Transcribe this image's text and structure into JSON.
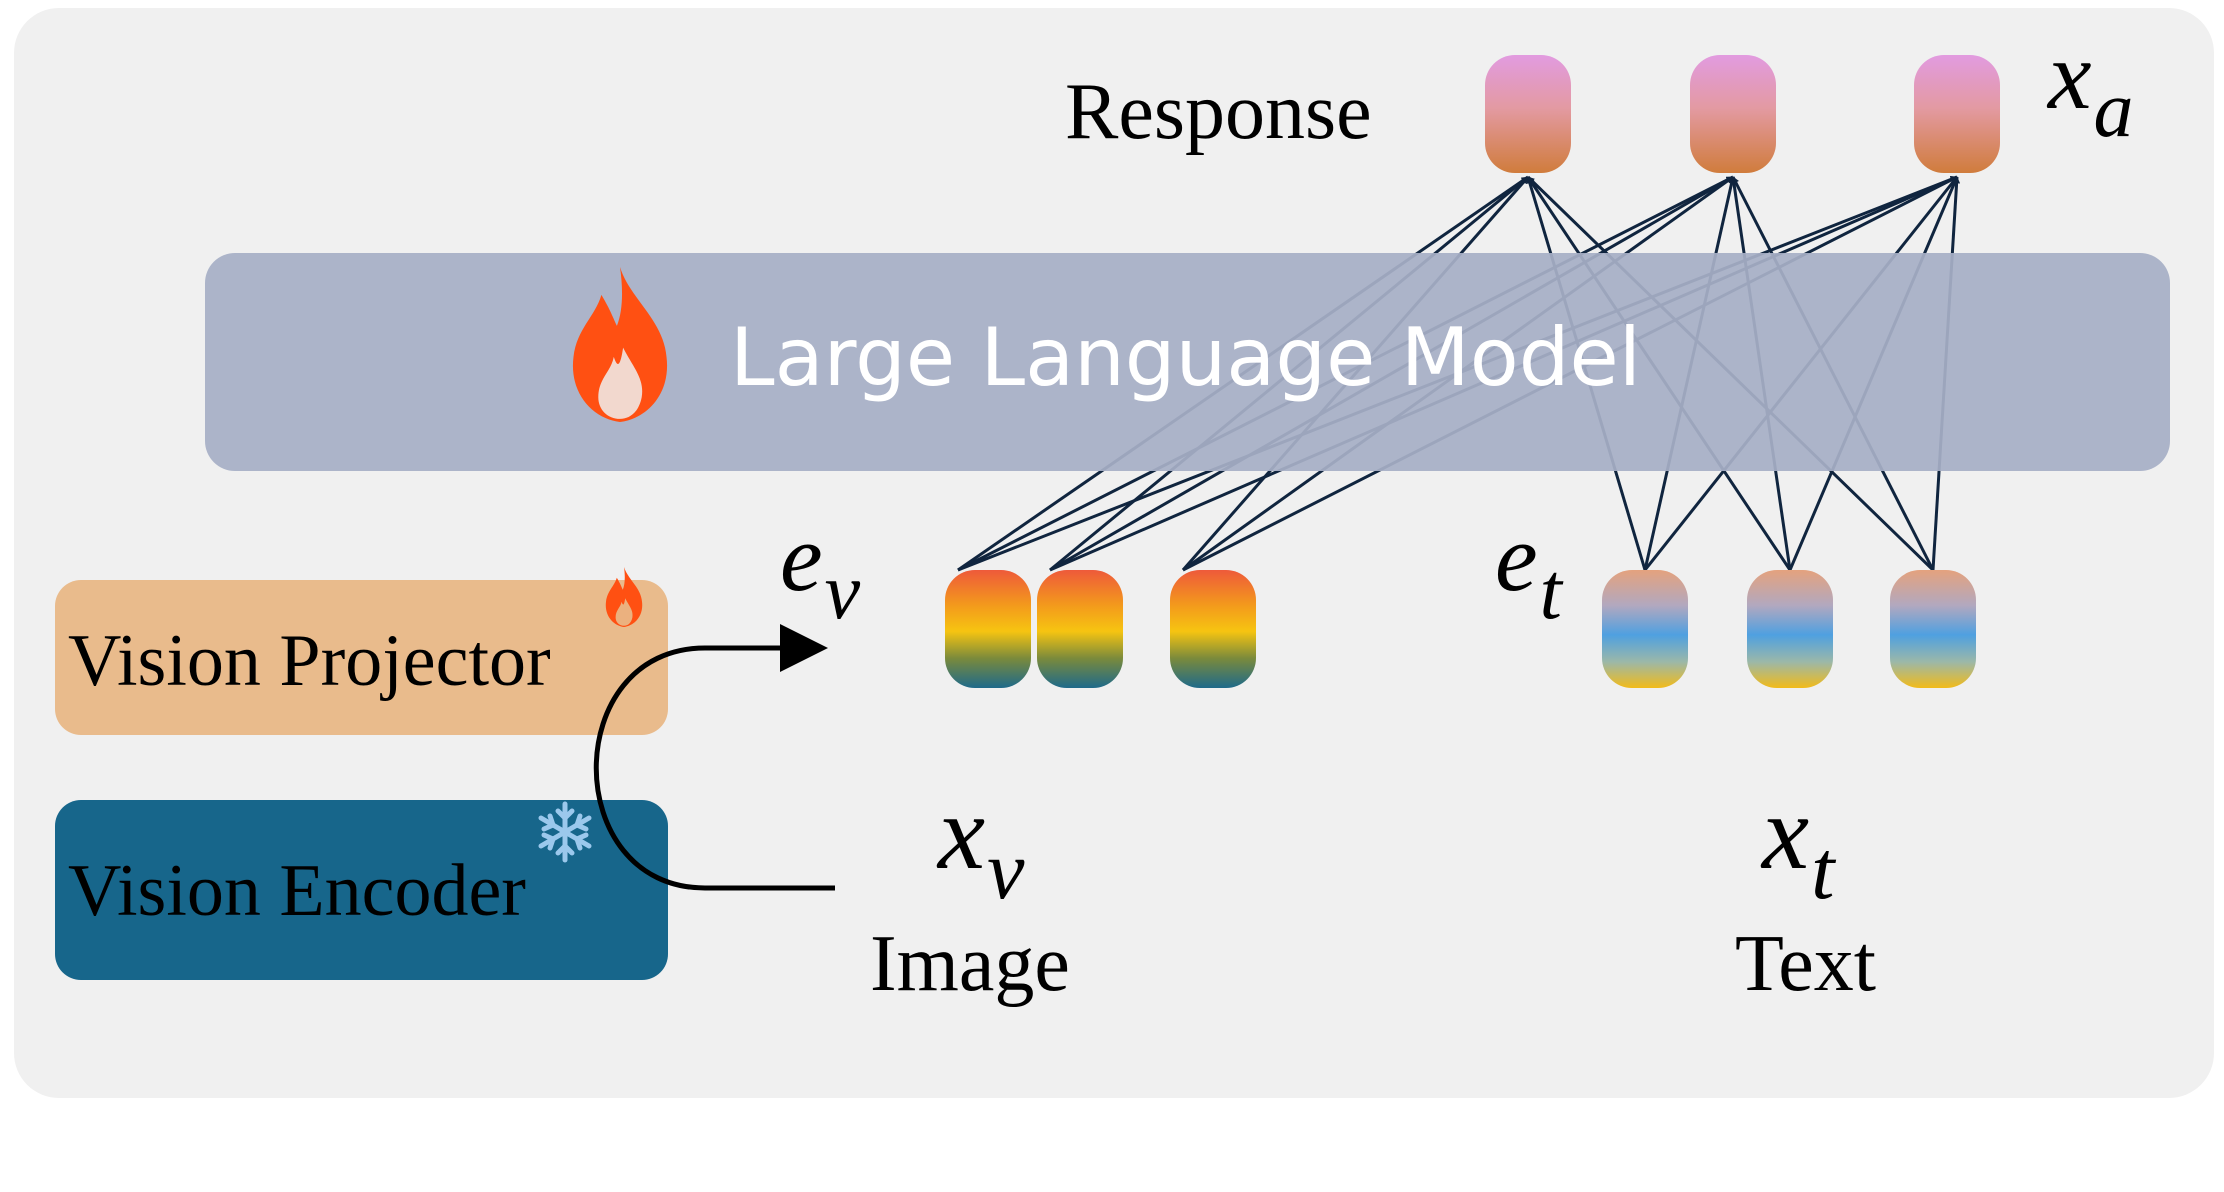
{
  "colors": {
    "panel": "#f0f0f0",
    "llm_box": "#a7afc6",
    "projector_box": "#e9bb8c",
    "encoder_box": "#17668b",
    "arrow_lines": "#10253f",
    "flame": "#ff5012",
    "snowflake": "#9bc8ec"
  },
  "icons": {
    "llm": "flame-icon",
    "projector": "flame-icon",
    "encoder": "snowflake-icon"
  },
  "labels": {
    "llm": "Large Language Model",
    "response": "Response",
    "vision_projector": "Vision Projector",
    "vision_encoder": "Vision Encoder",
    "image": "Image",
    "text": "Text"
  },
  "symbols": {
    "answer": {
      "base": "x",
      "sub": "a"
    },
    "visual_embed": {
      "base": "e",
      "sub": "v"
    },
    "text_embed": {
      "base": "e",
      "sub": "t"
    },
    "image_input": {
      "base": "x",
      "sub": "v"
    },
    "text_input": {
      "base": "x",
      "sub": "t"
    }
  },
  "tokens": {
    "response_count": 3,
    "visual_count": 3,
    "text_count": 3
  }
}
